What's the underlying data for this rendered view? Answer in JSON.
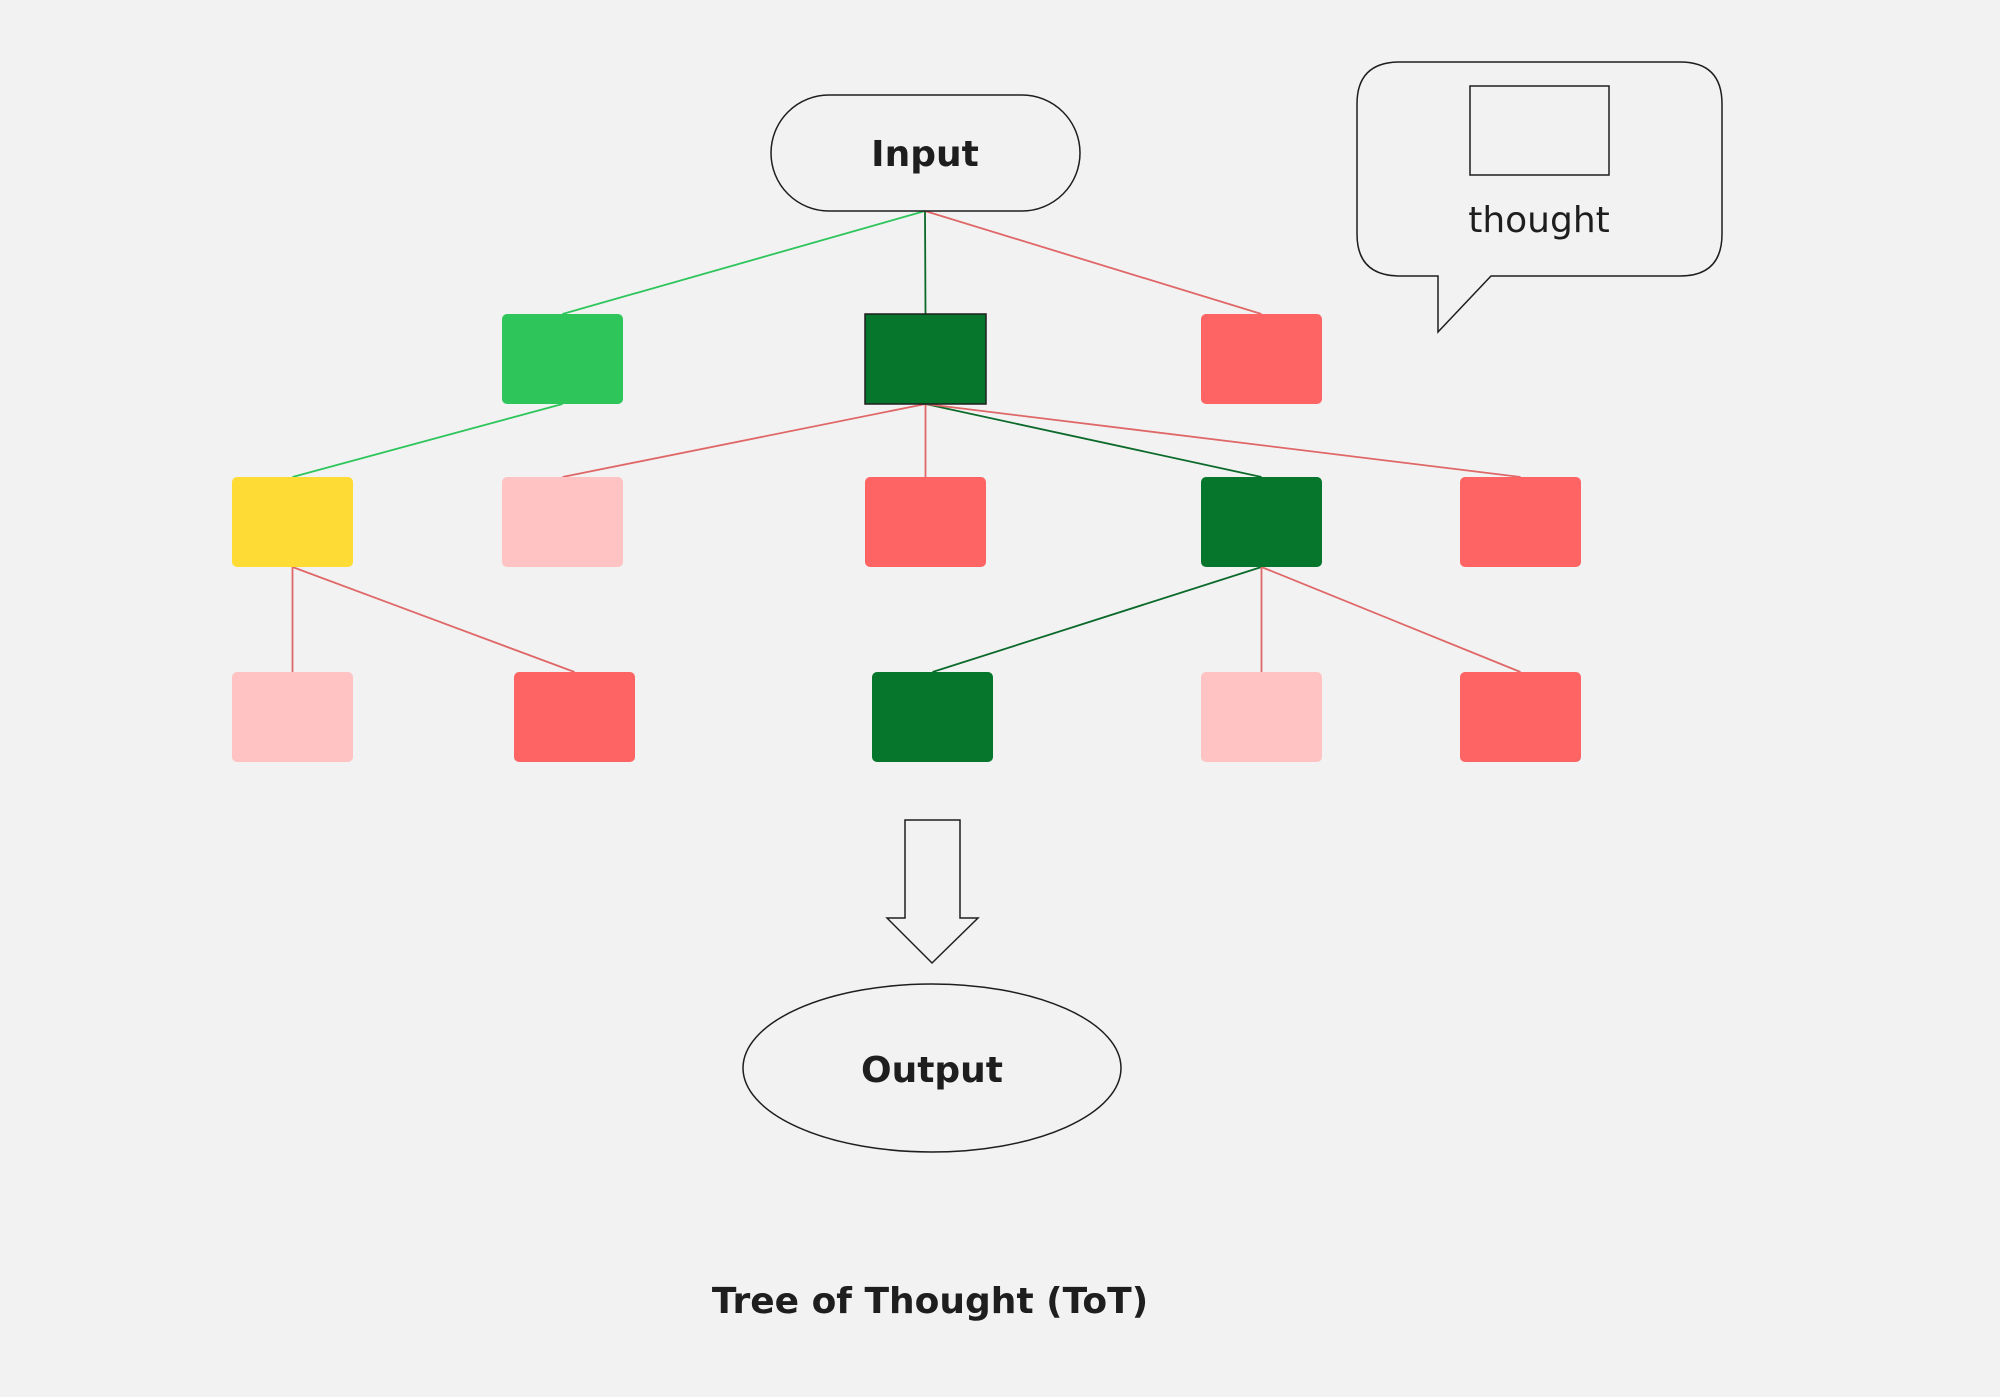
{
  "diagram": {
    "title": "Tree of Thought (ToT)",
    "input_label": "Input",
    "output_label": "Output",
    "legend": {
      "label": "thought"
    },
    "colors": {
      "background": "#f2f2f2",
      "bright_green": "#2ec55b",
      "dark_green": "#06762c",
      "red": "#ff6464",
      "pink": "#ffc3c3",
      "yellow": "#ffdc35",
      "green_edge": "#2ec55b",
      "dark_green_edge": "#0b6a2a",
      "red_edge": "#e06767"
    },
    "nodes": [
      {
        "id": "input",
        "kind": "terminal"
      },
      {
        "id": "l1-a",
        "status": "bright_green"
      },
      {
        "id": "l1-b",
        "status": "dark_green",
        "outlined": true
      },
      {
        "id": "l1-c",
        "status": "red"
      },
      {
        "id": "l2-a",
        "status": "yellow"
      },
      {
        "id": "l2-b",
        "status": "pink"
      },
      {
        "id": "l2-c",
        "status": "red"
      },
      {
        "id": "l2-d",
        "status": "dark_green"
      },
      {
        "id": "l2-e",
        "status": "red"
      },
      {
        "id": "l3-a",
        "status": "pink"
      },
      {
        "id": "l3-b",
        "status": "red"
      },
      {
        "id": "l3-c",
        "status": "dark_green"
      },
      {
        "id": "l3-d",
        "status": "pink"
      },
      {
        "id": "l3-e",
        "status": "red"
      },
      {
        "id": "output",
        "kind": "terminal"
      }
    ],
    "edges": [
      {
        "from": "input",
        "to": "l1-a",
        "color": "green_edge"
      },
      {
        "from": "input",
        "to": "l1-b",
        "color": "dark_green_edge"
      },
      {
        "from": "input",
        "to": "l1-c",
        "color": "red_edge"
      },
      {
        "from": "l1-a",
        "to": "l2-a",
        "color": "green_edge"
      },
      {
        "from": "l1-b",
        "to": "l2-b",
        "color": "red_edge"
      },
      {
        "from": "l1-b",
        "to": "l2-c",
        "color": "red_edge"
      },
      {
        "from": "l1-b",
        "to": "l2-d",
        "color": "dark_green_edge"
      },
      {
        "from": "l1-b",
        "to": "l2-e",
        "color": "red_edge"
      },
      {
        "from": "l2-a",
        "to": "l3-a",
        "color": "red_edge"
      },
      {
        "from": "l2-a",
        "to": "l3-b",
        "color": "red_edge"
      },
      {
        "from": "l2-d",
        "to": "l3-c",
        "color": "dark_green_edge"
      },
      {
        "from": "l2-d",
        "to": "l3-d",
        "color": "red_edge"
      },
      {
        "from": "l2-d",
        "to": "l3-e",
        "color": "red_edge"
      }
    ]
  }
}
